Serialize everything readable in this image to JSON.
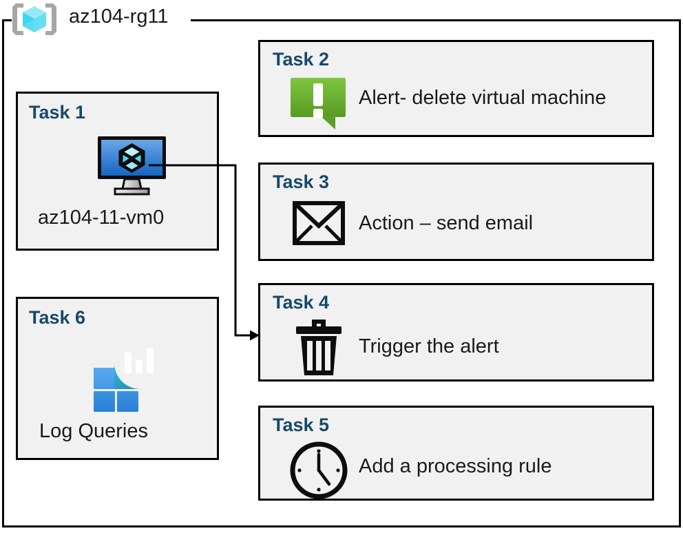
{
  "diagram": {
    "resource_group": {
      "name": "az104-rg11",
      "icon": "resource-group-icon"
    },
    "colors": {
      "task_title": "#17496b",
      "card_background": "#f1f1f1",
      "border": "#000000",
      "alert_green_light": "#7dc63f",
      "alert_green_dark": "#5c9a26",
      "vm_blue_light": "#5b9be0",
      "vm_blue_dark": "#1565c0",
      "log_analytics_cyan": "#32c5e5",
      "log_analytics_blue": "#2f8fe0"
    },
    "cards": [
      {
        "id": "task1",
        "title": "Task 1",
        "label": "az104-11-vm0",
        "icon": "virtual-machine-icon",
        "column": "left"
      },
      {
        "id": "task2",
        "title": "Task 2",
        "label": "Alert- delete virtual machine",
        "icon": "alert-bubble-icon",
        "column": "right"
      },
      {
        "id": "task3",
        "title": "Task 3",
        "label": "Action – send email",
        "icon": "envelope-icon",
        "column": "right"
      },
      {
        "id": "task4",
        "title": "Task 4",
        "label": "Trigger the alert",
        "icon": "trash-icon",
        "column": "right"
      },
      {
        "id": "task5",
        "title": "Task 5",
        "label": "Add a processing rule",
        "icon": "clock-icon",
        "column": "right"
      },
      {
        "id": "task6",
        "title": "Task 6",
        "label": "Log Queries",
        "icon": "log-analytics-icon",
        "column": "left"
      }
    ],
    "connectors": [
      {
        "from": "task1",
        "to": "task4",
        "style": "elbow-arrow"
      }
    ]
  }
}
